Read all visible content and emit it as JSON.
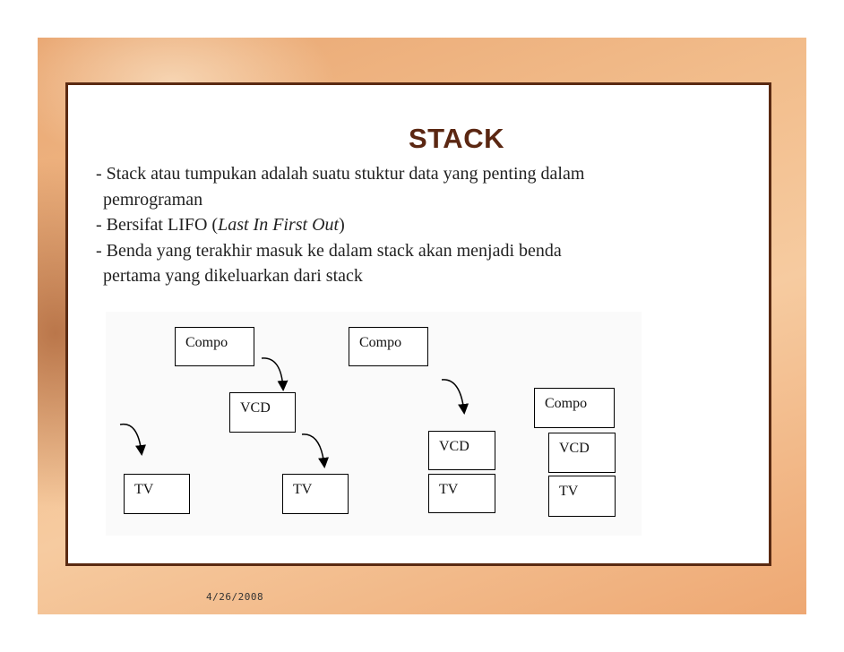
{
  "slide": {
    "title": "STACK",
    "bullets": [
      "- Stack atau tumpukan adalah suatu stuktur data yang penting dalam",
      "pemrograman",
      "- Bersifat LIFO (",
      "Last In First Out",
      ")",
      "- Benda yang terakhir masuk ke dalam stack akan menjadi benda",
      "pertama yang dikeluarkan dari stack"
    ],
    "date": "4/26/2008"
  },
  "diagram": {
    "boxes": {
      "tv_1": "TV",
      "compo_2": "Compo",
      "vcd_2": "VCD",
      "tv_2": "TV",
      "compo_3": "Compo",
      "vcd_3": "VCD",
      "tv_3": "TV",
      "compo_4": "Compo",
      "vcd_4": "VCD",
      "tv_4": "TV"
    }
  }
}
